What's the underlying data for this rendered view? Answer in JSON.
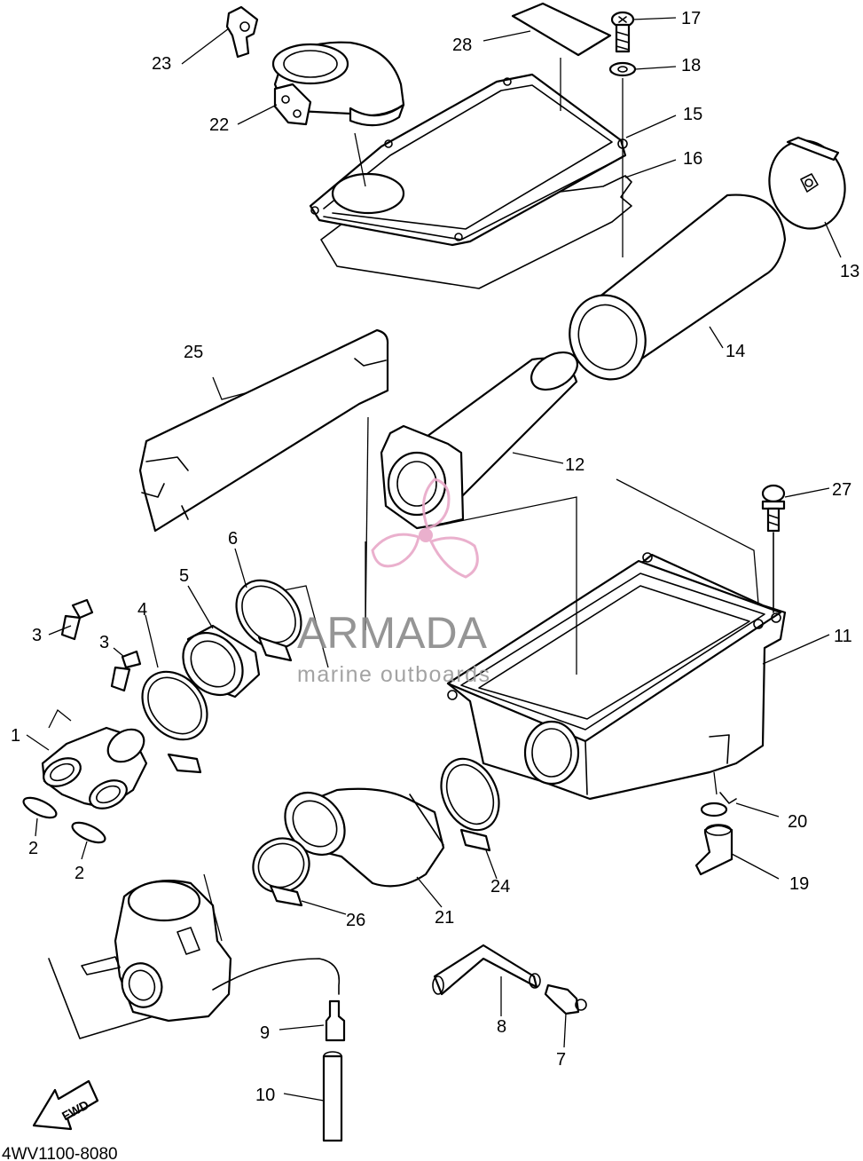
{
  "diagram": {
    "drawing_code": "4WV1100-8080",
    "direction_label": "FWD",
    "callouts": [
      "1",
      "2",
      "2",
      "3",
      "3",
      "4",
      "5",
      "6",
      "7",
      "8",
      "9",
      "10",
      "11",
      "12",
      "13",
      "14",
      "15",
      "16",
      "17",
      "18",
      "19",
      "20",
      "21",
      "22",
      "23",
      "24",
      "25",
      "26",
      "27",
      "28"
    ]
  },
  "watermark": {
    "brand": "ARMADA",
    "tagline": "marine outboards",
    "logo_color": "#e8a8c8",
    "text_color": "#8a8a8a"
  }
}
